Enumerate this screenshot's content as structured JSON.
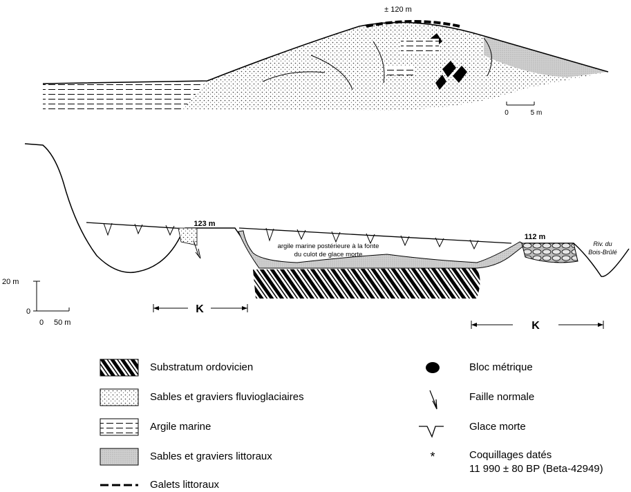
{
  "top_section": {
    "elevation_label": "± 120 m",
    "scale_label_zero": "0",
    "scale_label_five": "5 m"
  },
  "bottom_section": {
    "left_peak_label": "123 m",
    "right_peak_label": "112 m",
    "clay_label_line1": "argile marine postérieure à la fonte",
    "clay_label_line2": "du culot de glace morte",
    "river_label_line1": "Riv. du",
    "river_label_line2": "Bois-Brûlé",
    "vertical_scale_label": "20 m",
    "origin_label": "0",
    "horizontal_zero_label": "0",
    "horizontal_scale_label": "50 m",
    "k_label_left": "K",
    "k_label_right": "K"
  },
  "legend": {
    "left": [
      {
        "label": "Substratum ordovicien"
      },
      {
        "label": "Sables et graviers fluvioglaciaires"
      },
      {
        "label": "Argile marine"
      },
      {
        "label": "Sables et graviers littoraux"
      },
      {
        "label": "Galets littoraux"
      }
    ],
    "right": [
      {
        "label": "Bloc métrique"
      },
      {
        "label": "Faille normale"
      },
      {
        "label": "Glace morte"
      },
      {
        "label": "Coquillages datés"
      }
    ],
    "dating_line": "11 990 ± 80 BP (Beta-42949)"
  }
}
